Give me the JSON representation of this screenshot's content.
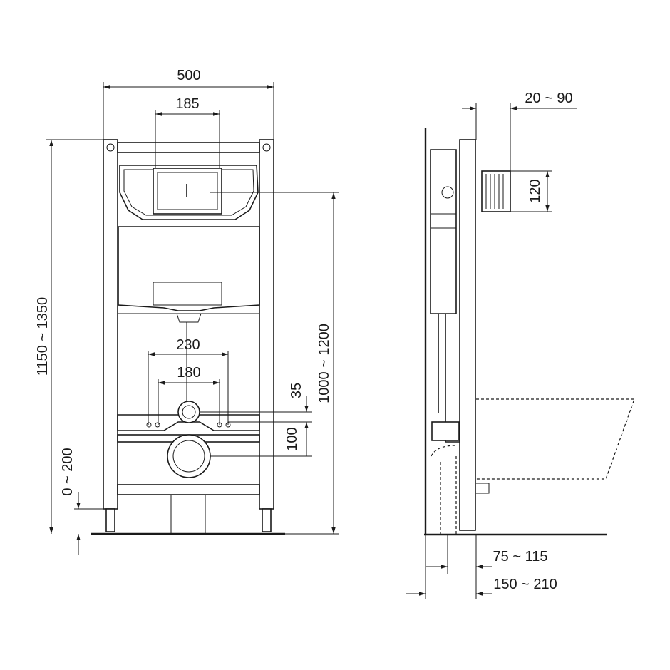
{
  "front_view": {
    "width": "500",
    "plate_width": "185",
    "total_height": "1150 ~ 1350",
    "actuator_height": "1000 ~ 1200",
    "bolt_spacing_outer": "230",
    "bolt_spacing_inner": "180",
    "inlet_offset": "35",
    "outlet_offset": "100",
    "foot_adjustment": "0 ~ 200"
  },
  "side_view": {
    "plate_depth": "20 ~ 90",
    "sleeve_height": "120",
    "frame_depth": "75 ~ 115",
    "wall_distance": "150 ~ 210"
  }
}
